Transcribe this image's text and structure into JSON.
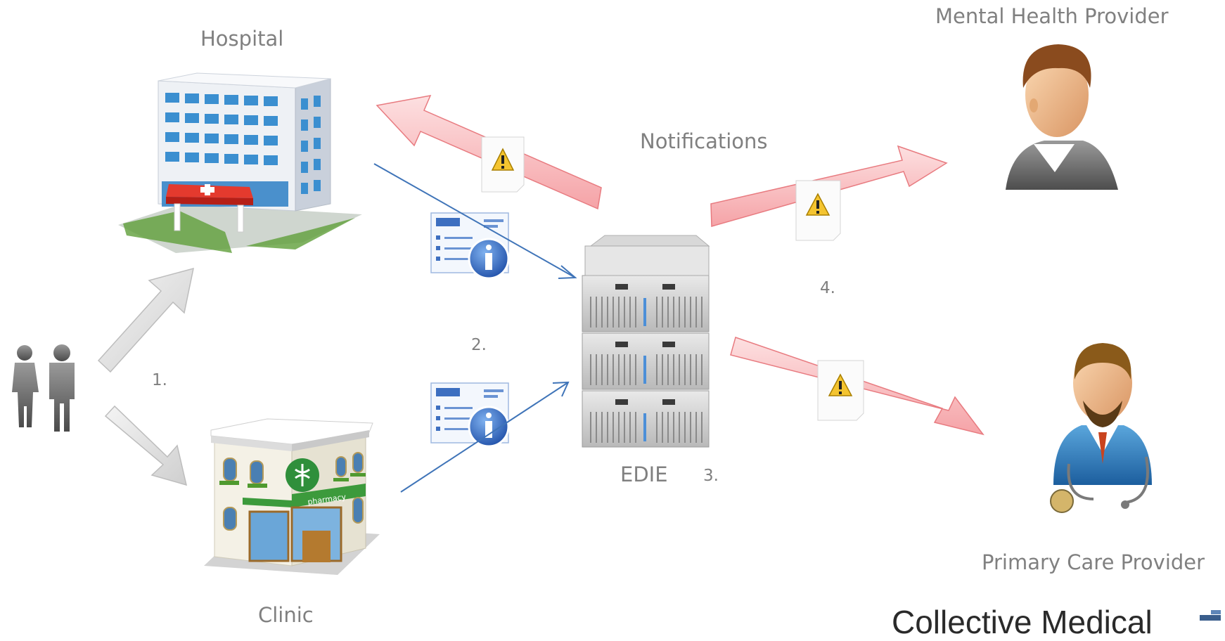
{
  "labels": {
    "hospital": "Hospital",
    "clinic": "Clinic",
    "notifications": "Notifications",
    "edie": "EDIE",
    "mental_health": "Mental Health Provider",
    "primary_care": "Primary Care Provider"
  },
  "steps": {
    "s1": "1.",
    "s2": "2.",
    "s3": "3.",
    "s4": "4."
  },
  "brand": {
    "text": "Collective Medical"
  },
  "colors": {
    "notification_arrow": "#f9b5b8",
    "info_line": "#3f74b8",
    "label": "#808080"
  },
  "icons": [
    "people-icon",
    "hospital-icon",
    "clinic-pharmacy-icon",
    "server-icon",
    "info-document-icon",
    "warning-document-icon",
    "provider-person-icon",
    "doctor-icon"
  ]
}
